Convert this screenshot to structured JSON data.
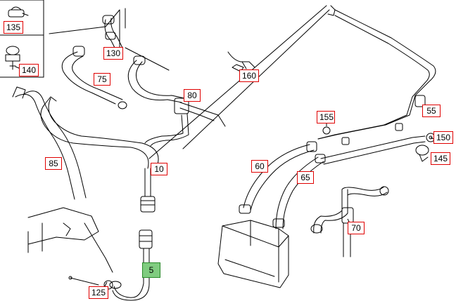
{
  "colors": {
    "label_border": "#e00000",
    "selected_fill": "#7fcc7f",
    "selected_border": "#2a8a2a",
    "line": "#000000"
  },
  "callouts": {
    "c5": "5",
    "c10": "10",
    "c60": "60",
    "c65": "65",
    "c70": "70",
    "c75": "75",
    "c80": "80",
    "c85": "85",
    "c125": "125",
    "c130": "130",
    "c135": "135",
    "c140": "140",
    "c145": "145",
    "c150": "150",
    "c155": "155",
    "c160": "160",
    "c55": "55"
  },
  "selected": "c5"
}
